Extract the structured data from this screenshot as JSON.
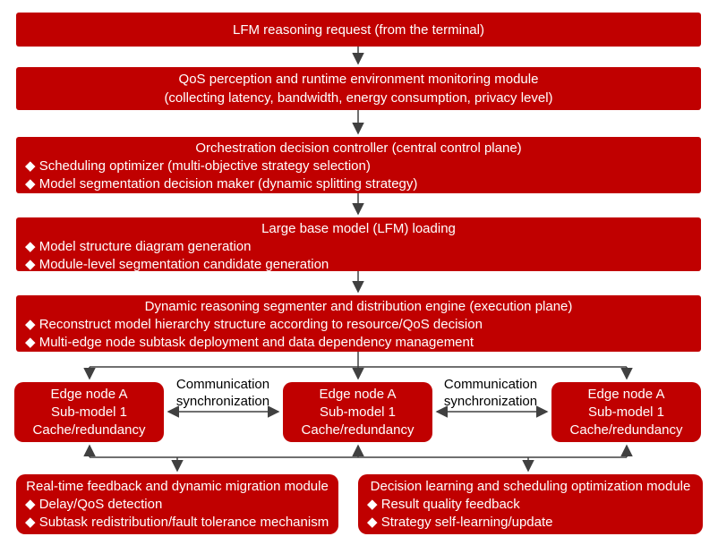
{
  "diagram": {
    "request": {
      "title": "LFM reasoning request (from the terminal)"
    },
    "qos": {
      "line1": "QoS perception and runtime environment monitoring module",
      "line2": "(collecting latency, bandwidth, energy consumption, privacy level)"
    },
    "orchestration": {
      "title": "Orchestration decision controller (central control plane)",
      "bullets": [
        "◆ Scheduling optimizer (multi-objective strategy selection)",
        "◆ Model segmentation decision maker (dynamic splitting strategy)"
      ]
    },
    "lfm_loading": {
      "title": "Large base model (LFM) loading",
      "bullets": [
        "◆ Model structure diagram generation",
        "◆ Module-level segmentation candidate generation"
      ]
    },
    "segmenter": {
      "title": "Dynamic reasoning segmenter and distribution engine (execution plane)",
      "bullets": [
        "◆ Reconstruct model hierarchy structure according to resource/QoS decision",
        "◆ Multi-edge node subtask deployment and data dependency management"
      ]
    },
    "comm_sync": {
      "left": "Communication synchronization",
      "right": "Communication synchronization"
    },
    "edge_nodes": [
      {
        "line1": "Edge node A",
        "line2": "Sub-model 1",
        "line3": "Cache/redundancy"
      },
      {
        "line1": "Edge node A",
        "line2": "Sub-model 1",
        "line3": "Cache/redundancy"
      },
      {
        "line1": "Edge node A",
        "line2": "Sub-model 1",
        "line3": "Cache/redundancy"
      }
    ],
    "feedback": {
      "title": "Real-time feedback and dynamic migration module",
      "bullets": [
        "◆ Delay/QoS detection",
        "◆ Subtask redistribution/fault tolerance mechanism"
      ]
    },
    "learning": {
      "title": "Decision learning and scheduling optimization module",
      "bullets": [
        "◆ Result quality feedback",
        "◆ Strategy self-learning/update"
      ]
    },
    "colors": {
      "box_red": "#C00000",
      "box_text": "#FFFFFF",
      "connector": "#404040",
      "label_text": "#000000"
    }
  }
}
